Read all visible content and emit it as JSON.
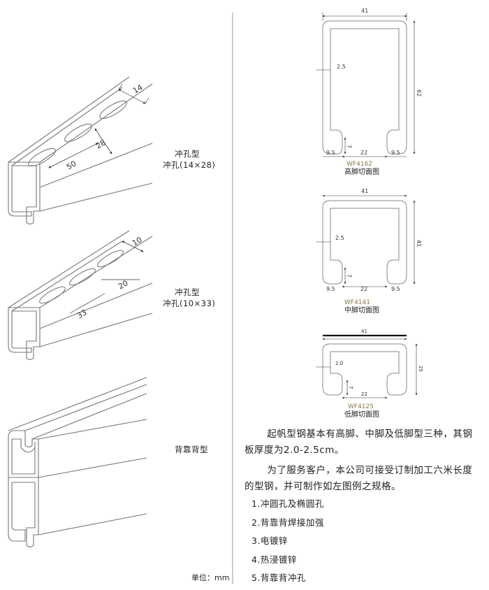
{
  "left": {
    "profile1": {
      "title": "冲孔型",
      "sub": "冲孔(14×28)",
      "dims": [
        "14",
        "28",
        "50"
      ]
    },
    "profile2": {
      "title": "冲孔型",
      "sub": "冲孔(10×33)",
      "dims": [
        "10",
        "20",
        "33"
      ]
    },
    "profile3": {
      "title": "背靠背型"
    },
    "unit": "单位：mm"
  },
  "sections": [
    {
      "model": "WF4162",
      "caption": "高脚切面图",
      "width": "41",
      "height": "62",
      "thickness": "2.5",
      "lip": "7",
      "left_gap": "9.5",
      "opening": "22",
      "right_gap": "9.5"
    },
    {
      "model": "WF4141",
      "caption": "中脚切面图",
      "width": "41",
      "height": "41",
      "thickness": "2.5",
      "lip": "7",
      "left_gap": "9.5",
      "opening": "22",
      "right_gap": "9.5"
    },
    {
      "model": "WF4125",
      "caption": "低脚切面图",
      "width": "41",
      "height": "25",
      "thickness": "2.0",
      "lip": "7",
      "opening": "22"
    }
  ],
  "description": {
    "p1": "起帆型钢基本有高脚、中脚及低脚型三种，其钢板厚度为2.0-2.5cm。",
    "p2": "为了服务客户，本公司可接受订制加工六米长度的型钢，并可制作如左图例之规格。"
  },
  "features": [
    "1.冲圆孔及椭圆孔",
    "2.背靠背焊接加强",
    "3.电镀锌",
    "4.热浸镀锌",
    "5.背靠背冲孔"
  ],
  "colors": {
    "line": "#777777",
    "model_text": "#8a7a4a",
    "divider": "#999999"
  }
}
